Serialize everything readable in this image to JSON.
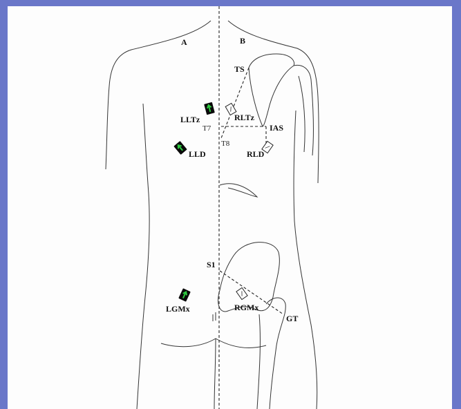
{
  "panels": {
    "left": "A",
    "right": "B"
  },
  "landmarks": {
    "ts": "TS",
    "ias": "IAS",
    "t7": "T7",
    "t8": "T8",
    "s1": "S1",
    "gt": "GT"
  },
  "electrodes": {
    "lltz": "LLTz",
    "rltz": "RLTz",
    "lld": "LLD",
    "rld": "RLD",
    "lgmx": "LGMx",
    "rgmx": "RGMx"
  },
  "colors": {
    "frame": "#6a77c9",
    "electrode_fill": "#0a0a0a",
    "electrode_arrow": "#2ecc40"
  }
}
